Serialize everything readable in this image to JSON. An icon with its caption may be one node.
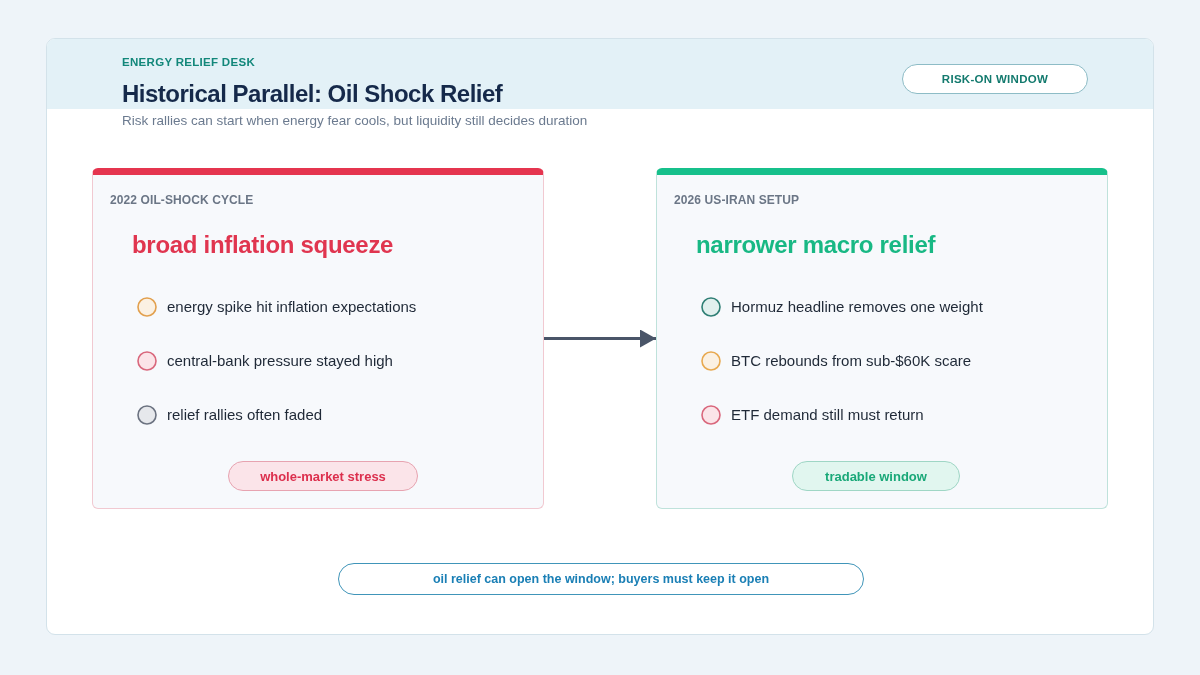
{
  "diagram": {
    "title": "Historical Parallel: Oil Shock Relief",
    "nodes": [
      {
        "text": [
          "RISK-ON WINDOW"
        ]
      },
      {
        "text": [
          "2022 OIL-SHOCK CYCLE",
          "broad inflation squeeze",
          "energy spike hit inflation expectations",
          "central-bank pressure stayed high",
          "relief rallies often faded"
        ]
      },
      {
        "text": [
          "whole-market stress"
        ],
        "in": 1
      },
      {
        "text": [
          "2026 US-IRAN SETUP",
          "narrower macro relief",
          "Hormuz headline removes one weight",
          "BTC rebounds from sub-$60K scare",
          "ETF demand still must return"
        ]
      },
      {
        "text": [
          "tradable window"
        ],
        "in": 3
      },
      {
        "text": [
          "oil relief can open the window; buyers must keep it open"
        ]
      }
    ],
    "edges": [
      {
        "from": 1,
        "to": 3,
        "arrow": "to"
      }
    ],
    "labels": [
      "ENERGY RELIEF DESK",
      "Risk rallies can start when energy fear cools, but liquidity still decides duration"
    ]
  }
}
